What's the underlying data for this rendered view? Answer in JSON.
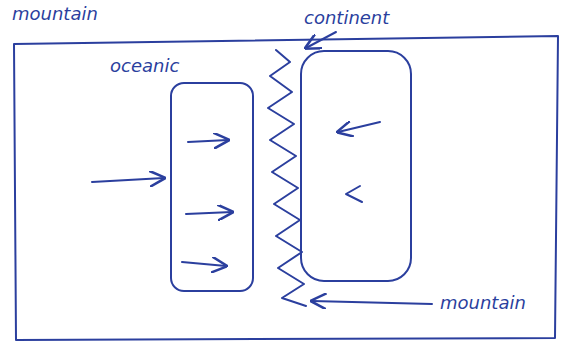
{
  "diagram": {
    "nodes": [
      {
        "text": [
          "oceanic"
        ]
      },
      {
        "text": [
          "continent"
        ]
      }
    ],
    "labels": [
      "mountain",
      "mountain"
    ]
  }
}
